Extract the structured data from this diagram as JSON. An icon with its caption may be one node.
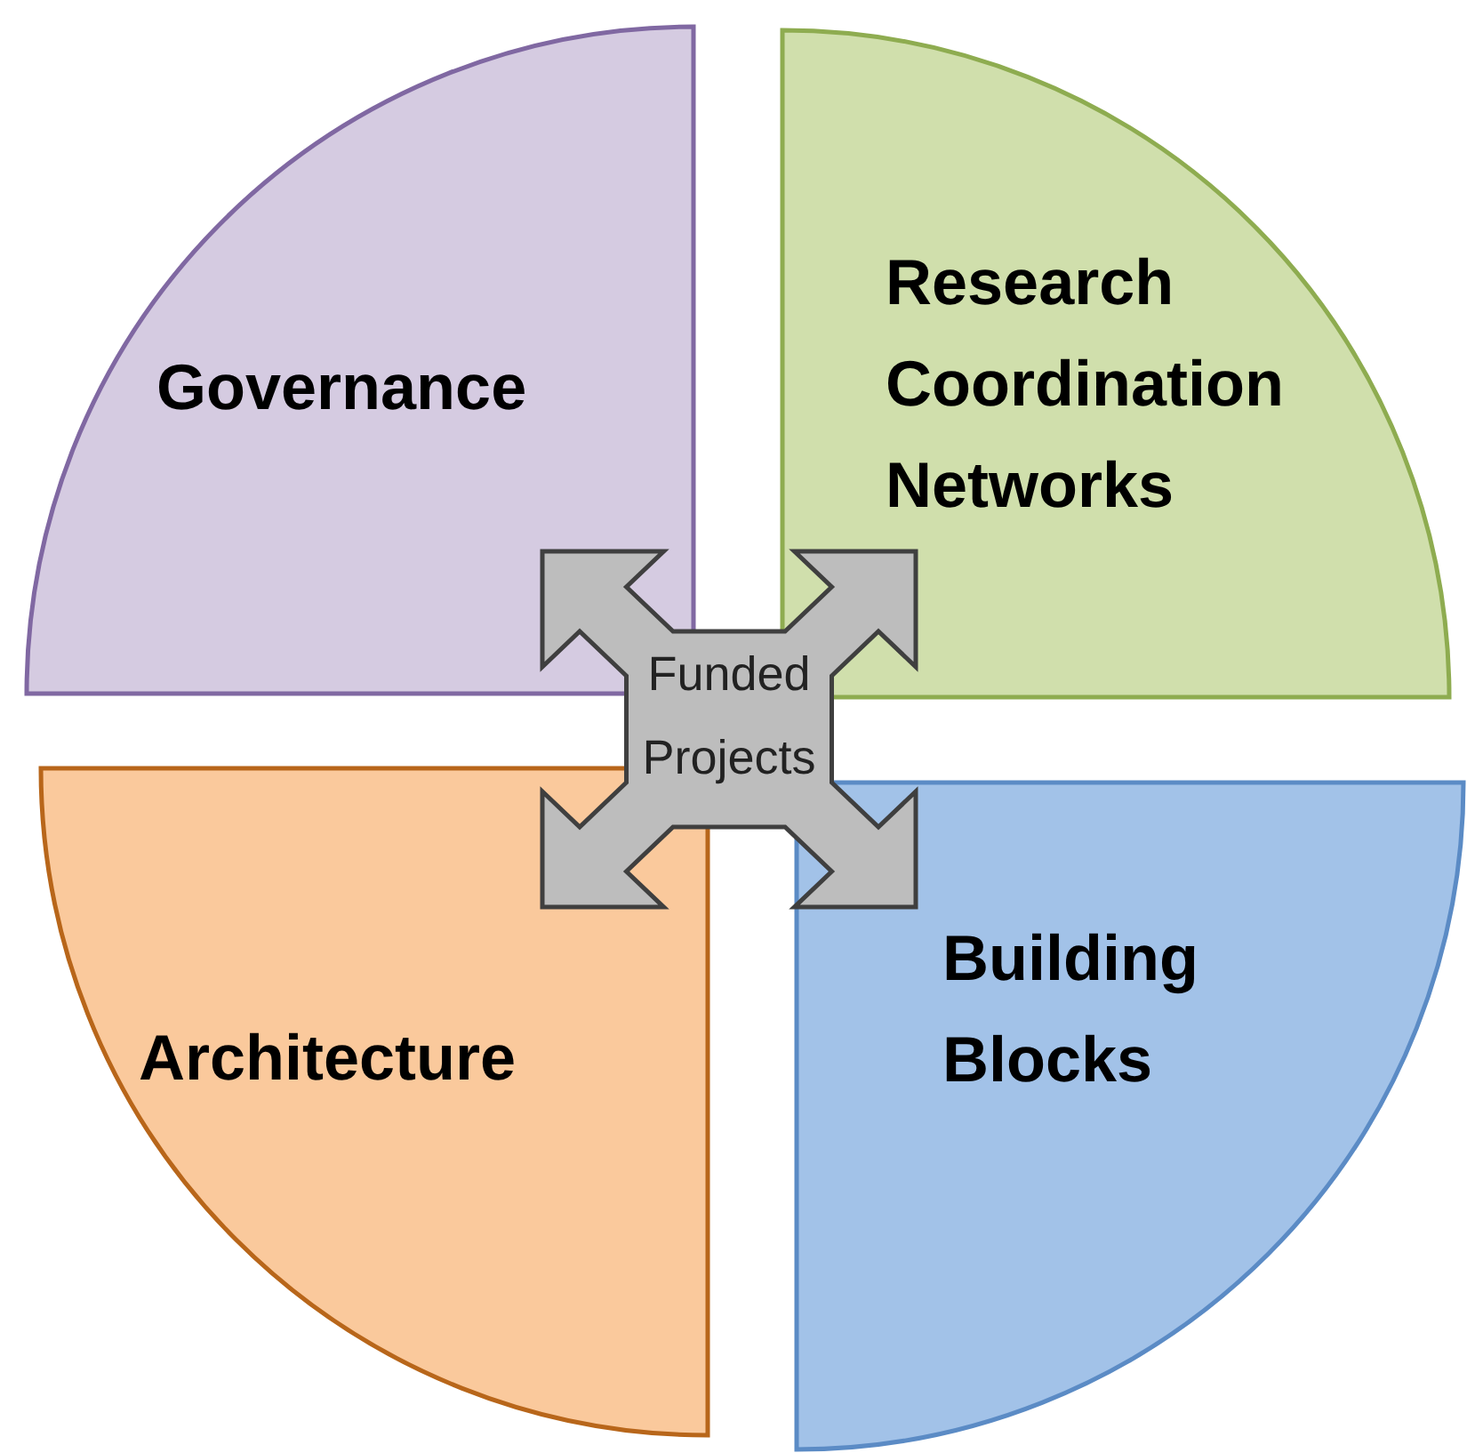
{
  "diagram": {
    "nodes": [
      {
        "text": [
          "Governance"
        ]
      },
      {
        "text": [
          "Research Coordination Networks"
        ]
      },
      {
        "text": [
          "Funded Projects"
        ]
      },
      {
        "text": [
          "Architecture"
        ]
      },
      {
        "text": [
          "Building Blocks"
        ]
      }
    ]
  }
}
